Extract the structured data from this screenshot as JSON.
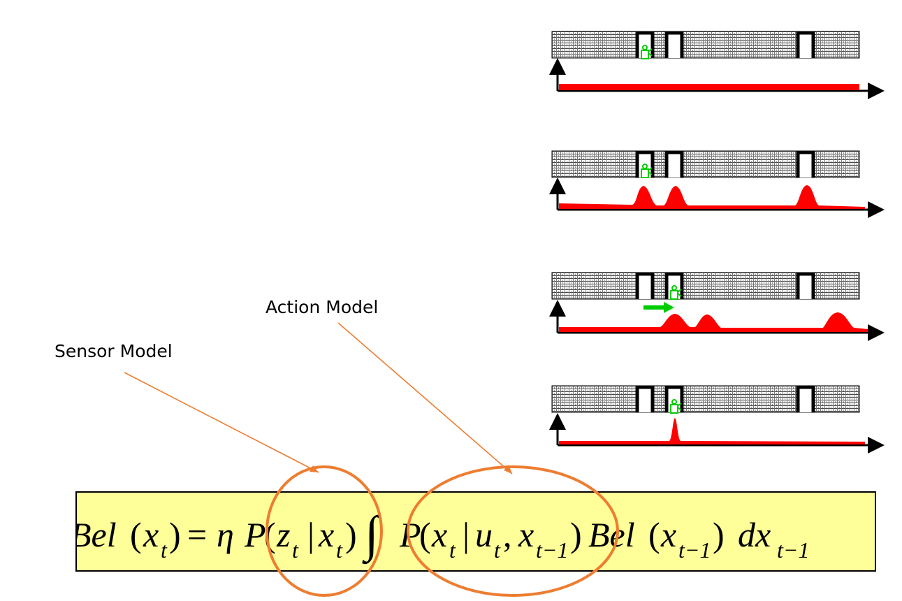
{
  "annotations": {
    "sensor_model": "Sensor Model",
    "action_model": "Action Model"
  },
  "formula": {
    "parts": {
      "bel1": "Bel",
      "x1": "x",
      "t1": "t",
      "eq": "=",
      "eta": "η",
      "p1": "P",
      "z": "z",
      "t2": "t",
      "bar1": "|",
      "x2": "x",
      "t3": "t",
      "integral": "∫",
      "p2": "P",
      "x3": "x",
      "t4": "t",
      "bar2": "|",
      "u": "u",
      "t5": "t",
      "comma": ",",
      "x4": "x",
      "t6": "t−1",
      "bel2": "Bel",
      "x5": "x",
      "t7": "t−1",
      "d": "dx",
      "t8": "t−1"
    }
  },
  "colors": {
    "formula_bg": "#ffff99",
    "highlight": "#ed7d31",
    "belief": "#ff0000",
    "robot": "#00cc00"
  },
  "belief_panels": [
    {
      "name": "uniform-prior"
    },
    {
      "name": "after-first-observation"
    },
    {
      "name": "after-motion"
    },
    {
      "name": "after-second-observation"
    }
  ]
}
